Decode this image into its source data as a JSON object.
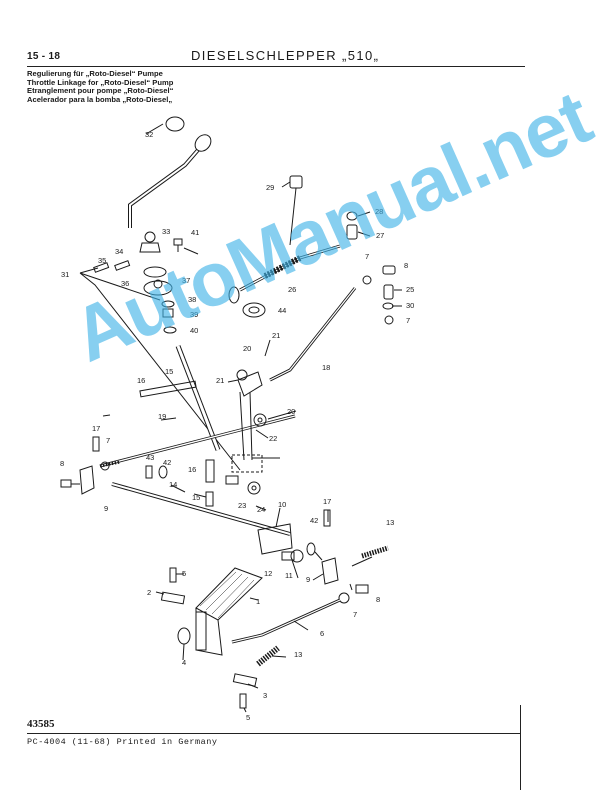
{
  "header": {
    "page_number": "15 - 18",
    "title": "DIESELSCHLEPPER „510„"
  },
  "captions": [
    "Regulierung für „Roto-Diesel“ Pumpe",
    "Throttle Linkage for „Roto-Diesel“ Pump",
    "Etranglement pour pompe „Roto-Diesel“",
    "Acelerador para la bomba „Roto-Diesel„"
  ],
  "part_labels": {
    "p1": "1",
    "p2": "2",
    "p3": "3",
    "p4": "4",
    "p5a": "5",
    "p5b": "5",
    "p6": "6",
    "p7a": "7",
    "p7b": "7",
    "p7c": "7",
    "p7d": "7",
    "p8a": "8",
    "p8b": "8",
    "p8c": "8",
    "p9a": "9",
    "p9b": "9",
    "p10": "10",
    "p11": "11",
    "p12": "12",
    "p13a": "13",
    "p13b": "13",
    "p14": "14",
    "p15a": "15",
    "p15b": "15",
    "p16a": "16",
    "p16b": "16",
    "p17a": "17",
    "p17b": "17",
    "p18": "18",
    "p19": "19",
    "p20a": "20",
    "p20b": "20",
    "p21a": "21",
    "p21b": "21",
    "p22": "22",
    "p23": "23",
    "p24": "24",
    "p25": "25",
    "p26": "26",
    "p27": "27",
    "p28": "28",
    "p29": "29",
    "p30": "30",
    "p31": "31",
    "p32": "32",
    "p33": "33",
    "p34": "34",
    "p35": "35",
    "p36": "36",
    "p37": "37",
    "p38": "38",
    "p39": "39",
    "p40": "40",
    "p41": "41",
    "p42a": "42",
    "p42b": "42",
    "p43": "43",
    "p44": "44"
  },
  "watermark": "AutoManual.net",
  "footer": {
    "doc_number": "43585",
    "print_info": "PC-4004 (11-68) Printed in Germany"
  }
}
